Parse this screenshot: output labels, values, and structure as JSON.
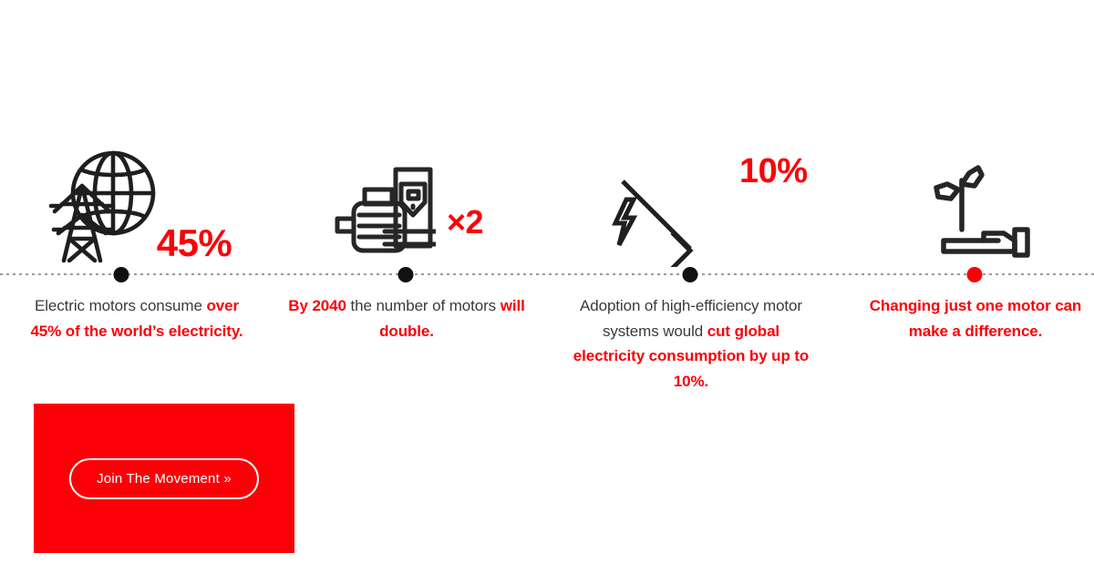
{
  "theme": {
    "accent_red": "#fb0007",
    "ink": "#1f1f1f",
    "body_text": "#3b3b3b",
    "background": "#ffffff",
    "rule_color": "#9a9a9a"
  },
  "timeline": {
    "dots": [
      {
        "position_label": "step-1",
        "color": "#111111"
      },
      {
        "position_label": "step-2",
        "color": "#111111"
      },
      {
        "position_label": "step-3",
        "color": "#111111"
      },
      {
        "position_label": "step-4",
        "color": "#fb0007"
      }
    ]
  },
  "columns": [
    {
      "id": "electricity-share",
      "icon_name": "globe-power-pylon-icon",
      "stat": "45%",
      "caption": {
        "parts": [
          {
            "text": "Electric motors consume ",
            "emphasis": false
          },
          {
            "text": "over 45% of the world’s electricity.",
            "emphasis": true
          }
        ],
        "plain": "Electric motors consume over 45% of the world’s electricity."
      }
    },
    {
      "id": "motor-growth",
      "icon_name": "electric-motor-drive-icon",
      "stat": "×2",
      "caption": {
        "parts": [
          {
            "text": "By 2040",
            "emphasis": true
          },
          {
            "text": " the number of motors ",
            "emphasis": false
          },
          {
            "text": "will double.",
            "emphasis": true
          }
        ],
        "plain": "By 2040 the number of motors will double."
      }
    },
    {
      "id": "efficiency-savings",
      "icon_name": "downward-arrow-lightning-icon",
      "stat": "10%",
      "caption": {
        "parts": [
          {
            "text": "Adoption of high-efficiency motor systems would ",
            "emphasis": false
          },
          {
            "text": "cut global electricity consumption by up to 10%.",
            "emphasis": true
          }
        ],
        "plain": "Adoption of high-efficiency motor systems would cut global electricity consumption by up to 10%."
      }
    },
    {
      "id": "individual-impact",
      "icon_name": "hand-holding-sprout-icon",
      "stat": "",
      "caption": {
        "parts": [
          {
            "text": "Changing just one motor can make a difference.",
            "emphasis": true
          }
        ],
        "plain": "Changing just one motor can make a difference."
      }
    }
  ],
  "cta": {
    "label": "Join The Movement »",
    "panel_color": "#fb0007",
    "text_color": "#ffffff"
  }
}
